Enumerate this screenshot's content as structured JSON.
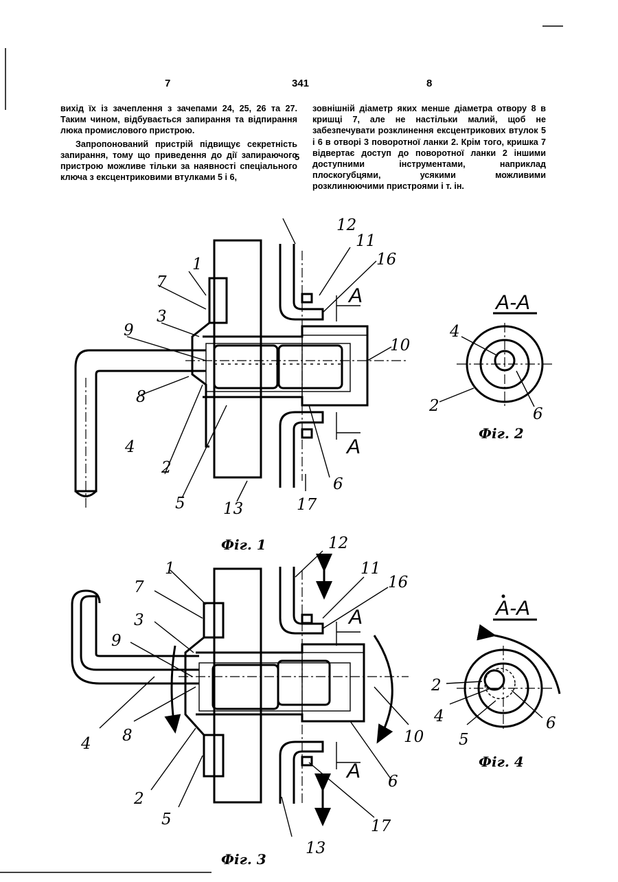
{
  "header": {
    "left_page": "7",
    "center_number": "341",
    "right_page": "8"
  },
  "columns": {
    "left_p1": "вихід їх із зачеплення з зачепами 24, 25, 26 та 27. Таким чином, відбувається запирання та відпирання люка промислового пристрою.",
    "left_p2": "Запропонований пристрій підвищує секретність запирання, тому що приведення до дії запираючого пристрою можливе тільки за наявності спеціального ключа з ексцентриковими втулками 5 і 6,",
    "right_p1": "зовнішній діаметр яких менше діаметра отвору 8 в кришці 7, але не настільки малий, щоб не забезпечувати розклинення ексцентрикових втулок 5 і 6 в отворі 3 поворотної ланки 2. Крім того, кришка 7 відвертає доступ до поворотної ланки 2 іншими доступними інструментами, наприклад плоскогубцями, усякими можливими розклинюючими пристроями і т. ін.",
    "line_number": "5"
  },
  "figures": {
    "fig1": {
      "caption": "Фіг. 1",
      "section": "A",
      "labels": {
        "l1": "1",
        "l2": "2",
        "l3": "3",
        "l4": "4",
        "l5": "5",
        "l6": "6",
        "l7": "7",
        "l8": "8",
        "l9": "9",
        "l10": "10",
        "l11": "11",
        "l12": "12",
        "l13": "13",
        "l16": "16",
        "l17": "17"
      }
    },
    "fig2": {
      "caption": "Фіг. 2",
      "title": "A-A",
      "labels": {
        "l2": "2",
        "l4": "4",
        "l6": "6"
      }
    },
    "fig3": {
      "caption": "Фіг. 3",
      "section": "A",
      "labels": {
        "l1": "1",
        "l2": "2",
        "l3": "3",
        "l4": "4",
        "l5": "5",
        "l6": "6",
        "l7": "7",
        "l8": "8",
        "l9": "9",
        "l10": "10",
        "l11": "11",
        "l12": "12",
        "l13": "13",
        "l16": "16",
        "l17": "17"
      }
    },
    "fig4": {
      "caption": "Фіг. 4",
      "title": "A-A",
      "labels": {
        "l2": "2",
        "l4": "4",
        "l5": "5",
        "l6": "6"
      }
    }
  }
}
